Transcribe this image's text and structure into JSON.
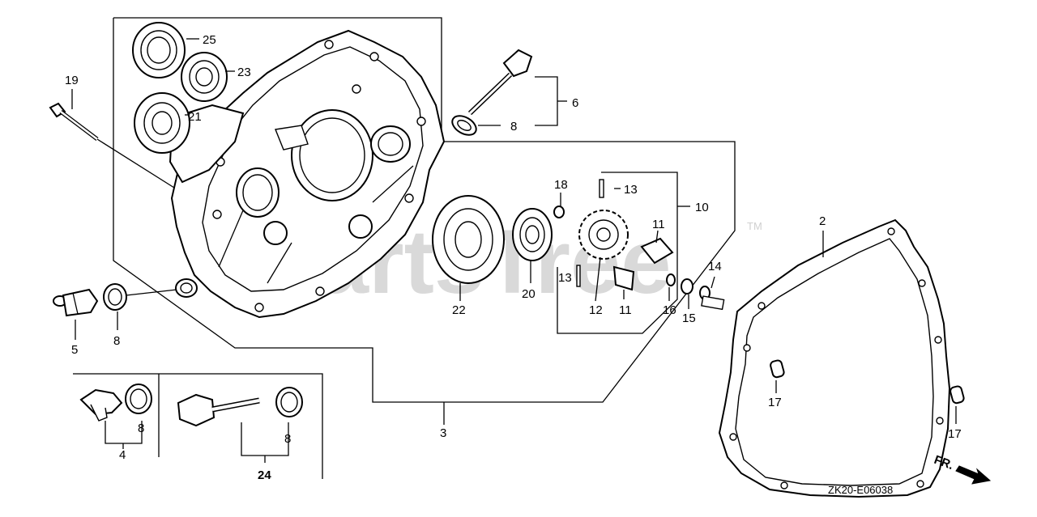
{
  "watermark": {
    "text": "PartsTree",
    "trademark": "TM"
  },
  "diagram_code": "ZK20-E06038",
  "direction_label": "FR.",
  "callouts": {
    "c2": "2",
    "c3": "3",
    "c4": "4",
    "c5": "5",
    "c6": "6",
    "c8_top": "8",
    "c8_left": "8",
    "c8_b1": "8",
    "c8_b2": "8",
    "c10": "10",
    "c11_a": "11",
    "c11_b": "11",
    "c12": "12",
    "c13_a": "13",
    "c13_b": "13",
    "c14": "14",
    "c15": "15",
    "c16": "16",
    "c17_a": "17",
    "c17_b": "17",
    "c18": "18",
    "c19": "19",
    "c20": "20",
    "c21": "21",
    "c22": "22",
    "c23": "23",
    "c24": "24",
    "c25": "25"
  }
}
